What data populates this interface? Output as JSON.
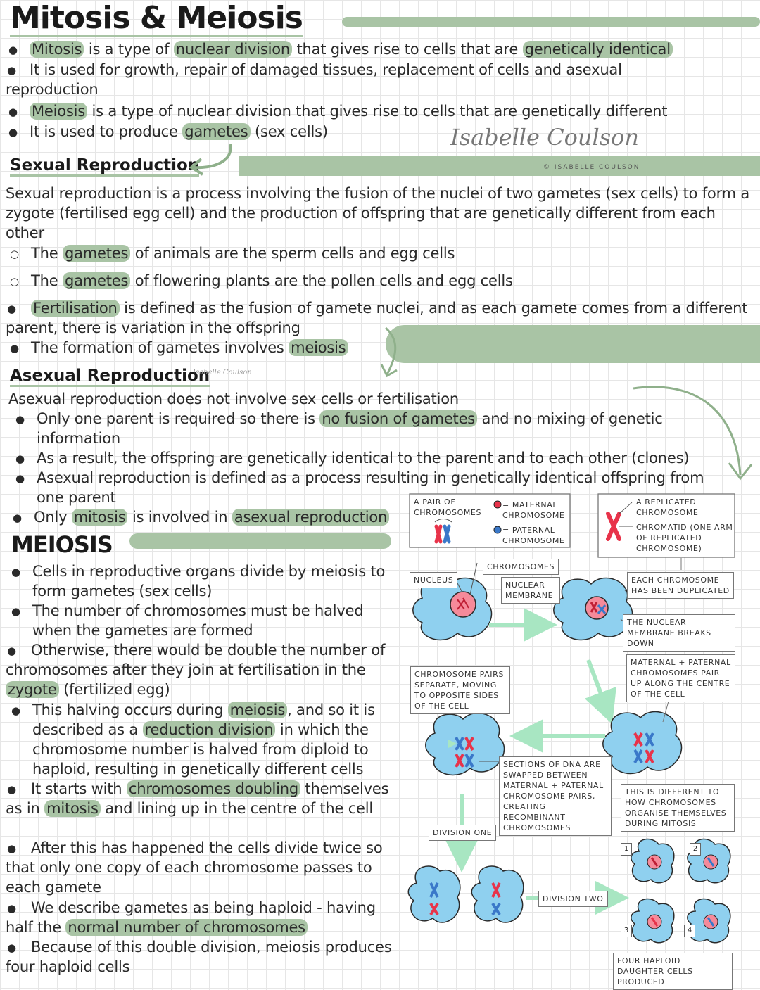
{
  "title": "Mitosis & Meiosis",
  "intro": [
    {
      "parts": [
        "",
        "Mitosis",
        " is a type of ",
        "nuclear division",
        " that gives rise to cells that are ",
        "genetically identical",
        ""
      ]
    },
    {
      "parts": [
        "It is used for growth, repair of damaged tissues, replacement of cells and asexual reproduction"
      ]
    },
    {
      "parts": [
        "",
        "Meiosis",
        " is a type of nuclear division that gives rise to cells that are genetically different"
      ]
    },
    {
      "parts": [
        "It is used to produce ",
        "gametes",
        " (sex cells)"
      ]
    }
  ],
  "signature": "Isabelle Coulson",
  "copyright": "© ISABELLE COULSON",
  "sexual": {
    "heading": "Sexual Reproduction",
    "para": "Sexual reproduction is a process involving the fusion of the nuclei of two gametes (sex cells) to form a zygote (fertilised egg cell) and the production of offspring that are genetically different from each other",
    "sub1": [
      "The ",
      "gametes",
      " of animals are the sperm cells and egg cells"
    ],
    "sub2": [
      "The ",
      "gametes",
      " of flowering plants are the pollen cells and egg cells"
    ],
    "b1": [
      "Fertilisation",
      " is defined as the fusion of gamete nuclei, and as each gamete comes from a different parent, there is variation in the offspring"
    ],
    "b2": [
      "The formation of gametes involves ",
      "meiosis"
    ]
  },
  "asexual": {
    "heading": "Asexual Reproduction",
    "para": "Asexual reproduction does not involve sex cells or fertilisation",
    "b1": [
      "Only one parent is required so there is ",
      "no fusion of gametes",
      " and no mixing of genetic information"
    ],
    "b2": "As a result, the offspring are genetically identical to the parent and to each other (clones)",
    "b3": "Asexual reproduction is defined as a process resulting in genetically identical offspring from one parent",
    "b4": [
      "Only ",
      "mitosis",
      " is involved in ",
      "asexual reproduction"
    ]
  },
  "meiosis": {
    "heading": "MEIOSIS",
    "b1": "Cells in reproductive organs divide by meiosis to form gametes (sex cells)",
    "b2": "The number of chromosomes must be halved when the gametes are formed",
    "b3a": "Otherwise, there would be double the number of chromosomes after they join at fertilisation in the",
    "b3b": [
      "zygote",
      " (fertilized egg)"
    ],
    "b4": [
      "This halving occurs during ",
      "meiosis",
      ", and so it is described as a ",
      "reduction division",
      " in which the chromosome number is halved from diploid to haploid, resulting in genetically different cells"
    ],
    "b5": [
      "It starts with ",
      "chromosomes doubling",
      " themselves as in ",
      "mitosis",
      " and lining up in the centre of the cell"
    ],
    "b6": "After this has happened the cells divide twice so that only one copy of each chromosome passes to each gamete",
    "b7": [
      "We describe gametes as being haploid - having half the ",
      "normal number of chromosomes"
    ],
    "b8": "Because of this double division, meiosis produces four haploid cells"
  },
  "diagram": {
    "pair": "A PAIR OF CHROMOSOMES",
    "maternal": "= MATERNAL CHROMOSOME",
    "paternal": "= PATERNAL CHROMOSOME",
    "replicated": "A REPLICATED CHROMOSOME",
    "chromatid": "CHROMATID (ONE ARM OF REPLICATED CHROMOSOME)",
    "chromosomes": "CHROMOSOMES",
    "nucleus": "NUCLEUS",
    "membrane": "NUCLEAR MEMBRANE",
    "duplicated": "EACH CHROMOSOME HAS BEEN DUPLICATED",
    "breaks": "THE NUCLEAR MEMBRANE BREAKS DOWN",
    "pairup": "MATERNAL + PATERNAL CHROMOSOMES PAIR UP ALONG THE CENTRE OF THE CELL",
    "separate": "CHROMOSOME PAIRS SEPARATE, MOVING TO OPPOSITE SIDES OF THE CELL",
    "swapped": "SECTIONS OF DNA ARE SWAPPED BETWEEN MATERNAL + PATERNAL CHROMOSOME PAIRS, CREATING RECOMBINANT CHROMOSOMES",
    "different": "THIS IS DIFFERENT TO HOW CHROMOSOMES ORGANISE THEMSELVES DURING MITOSIS",
    "div1": "DIVISION ONE",
    "div2": "DIVISION TWO",
    "four": "FOUR HAPLOID DAUGHTER CELLS PRODUCED",
    "n1": "1",
    "n2": "2",
    "n3": "3",
    "n4": "4",
    "colors": {
      "cell": "#8fd0ef",
      "cell_edge": "#2a2a2a",
      "maternal": "#e8334a",
      "paternal": "#3a78c9",
      "arrow": "#a8e6c2",
      "accent": "#a9c4a5"
    }
  }
}
